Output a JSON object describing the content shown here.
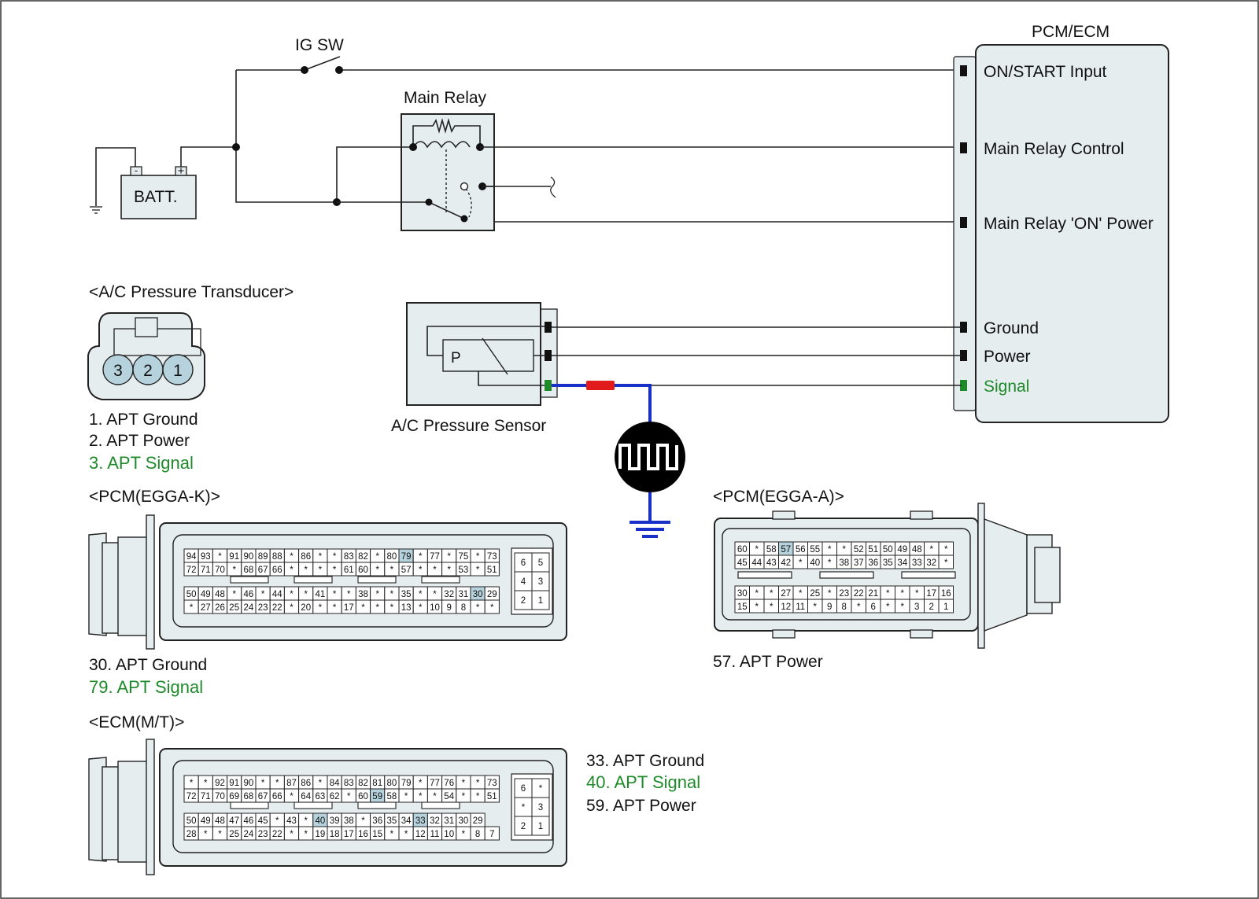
{
  "colors": {
    "component_fill": "#e6edef",
    "highlight_pin": "#b6d3dd",
    "signal_green": "#1f8a2a",
    "signal_wire_blue": "#1930c8",
    "connector_red": "#e11b1b",
    "line": "#222222"
  },
  "schematic": {
    "ig_sw": "IG SW",
    "main_relay": "Main Relay",
    "battery": "BATT.",
    "battery_minus": "-",
    "battery_plus": "+",
    "module_title": "PCM/ECM",
    "terminals": {
      "on_start": "ON/START Input",
      "relay_control": "Main Relay Control",
      "relay_power": "Main Relay 'ON' Power",
      "ground": "Ground",
      "power": "Power",
      "signal": "Signal"
    },
    "sensor_name": "A/C Pressure Sensor",
    "sensor_p": "P",
    "waveform_icon": "square-wave-scope-icon",
    "ground_icon": "ground-symbol-icon"
  },
  "apt_connector": {
    "title": "<A/C Pressure Transducer>",
    "pins": [
      "3",
      "2",
      "1"
    ],
    "legend": [
      "1. APT Ground",
      "2. APT Power",
      "3. APT Signal"
    ]
  },
  "pcm_k": {
    "title": "<PCM(EGGA-K)>",
    "rows": [
      [
        "94",
        "93",
        "*",
        "91",
        "90",
        "89",
        "88",
        "*",
        "86",
        "*",
        "*",
        "83",
        "82",
        "*",
        "80",
        "79",
        "*",
        "77",
        "*",
        "75",
        "*",
        "73"
      ],
      [
        "72",
        "71",
        "70",
        "*",
        "68",
        "67",
        "66",
        "*",
        "*",
        "*",
        "*",
        "61",
        "60",
        "*",
        "*",
        "57",
        "*",
        "*",
        "*",
        "53",
        "*",
        "51"
      ],
      [
        "50",
        "49",
        "48",
        "*",
        "46",
        "*",
        "44",
        "*",
        "*",
        "41",
        "*",
        "*",
        "38",
        "*",
        "*",
        "35",
        "*",
        "*",
        "32",
        "31",
        "30",
        "29"
      ],
      [
        "*",
        "27",
        "26",
        "25",
        "24",
        "23",
        "22",
        "*",
        "20",
        "*",
        "*",
        "17",
        "*",
        "*",
        "*",
        "13",
        "*",
        "10",
        "9",
        "8",
        "*",
        "*"
      ]
    ],
    "highlight": [
      "79",
      "30"
    ],
    "side_rows": [
      [
        "6",
        "5"
      ],
      [
        "4",
        "3"
      ],
      [
        "2",
        "1"
      ]
    ],
    "legend_ground": "30. APT Ground",
    "legend_signal": "79. APT Signal"
  },
  "pcm_a": {
    "title": "<PCM(EGGA-A)>",
    "rows": [
      [
        "60",
        "*",
        "58",
        "57",
        "56",
        "55",
        "*",
        "*",
        "52",
        "51",
        "50",
        "49",
        "48",
        "*",
        "*"
      ],
      [
        "45",
        "44",
        "43",
        "42",
        "*",
        "40",
        "*",
        "38",
        "37",
        "36",
        "35",
        "34",
        "33",
        "32",
        "*"
      ],
      [
        "30",
        "*",
        "*",
        "27",
        "*",
        "25",
        "*",
        "23",
        "22",
        "21",
        "*",
        "*",
        "*",
        "17",
        "16"
      ],
      [
        "15",
        "*",
        "*",
        "12",
        "11",
        "*",
        "9",
        "8",
        "*",
        "6",
        "*",
        "*",
        "3",
        "2",
        "1"
      ]
    ],
    "highlight": [
      "57"
    ],
    "legend": "57. APT Power"
  },
  "ecm_mt": {
    "title": "<ECM(M/T)>",
    "rows": [
      [
        "*",
        "*",
        "92",
        "91",
        "90",
        "*",
        "*",
        "87",
        "86",
        "*",
        "84",
        "83",
        "82",
        "81",
        "80",
        "79",
        "*",
        "77",
        "76",
        "*",
        "*",
        "73"
      ],
      [
        "72",
        "71",
        "70",
        "69",
        "68",
        "67",
        "66",
        "*",
        "64",
        "63",
        "62",
        "*",
        "60",
        "59",
        "58",
        "*",
        "*",
        "*",
        "54",
        "*",
        "*",
        "51"
      ],
      [
        "50",
        "49",
        "48",
        "47",
        "46",
        "45",
        "*",
        "43",
        "*",
        "40",
        "39",
        "38",
        "*",
        "36",
        "35",
        "34",
        "33",
        "32",
        "31",
        "30",
        "29"
      ],
      [
        "28",
        "*",
        "*",
        "25",
        "24",
        "23",
        "22",
        "*",
        "*",
        "19",
        "18",
        "17",
        "16",
        "15",
        "*",
        "*",
        "12",
        "11",
        "10",
        "*",
        "8",
        "7"
      ]
    ],
    "highlight": [
      "59",
      "40",
      "33"
    ],
    "side_rows": [
      [
        "6",
        "*"
      ],
      [
        "*",
        "3"
      ],
      [
        "2",
        "1"
      ]
    ],
    "legend_ground": "33. APT Ground",
    "legend_signal": "40. APT Signal",
    "legend_power": "59. APT Power"
  }
}
